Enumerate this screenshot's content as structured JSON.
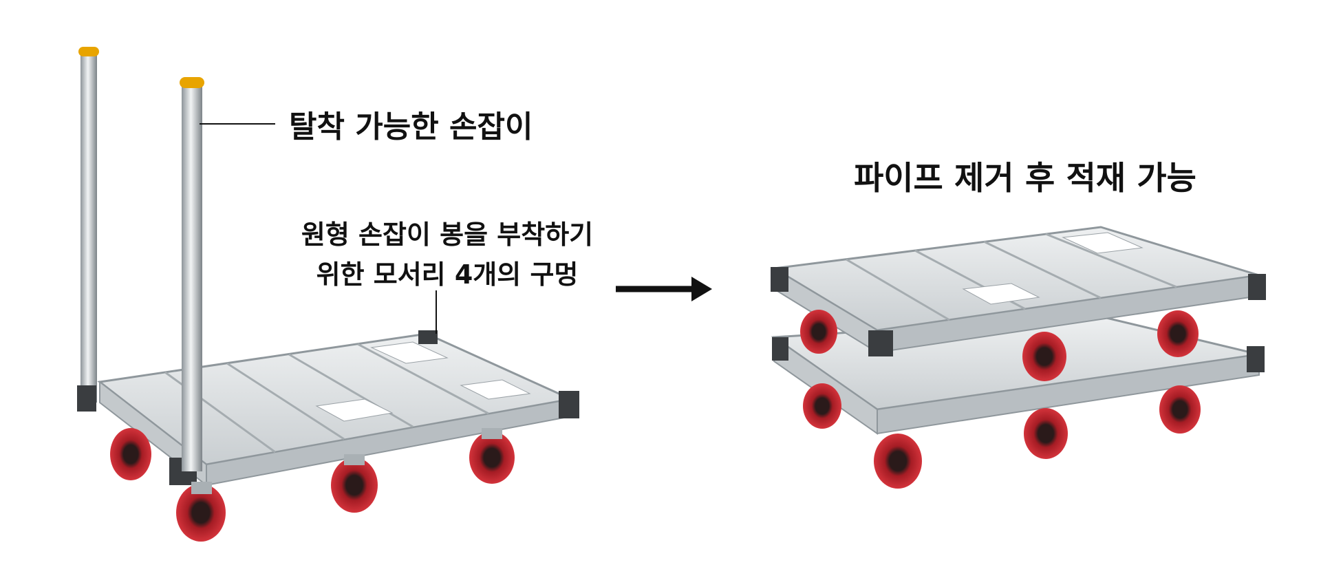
{
  "annotations": {
    "handle_label": "탈착 가능한 손잡이",
    "holes_label_line1": "원형 손잡이 봉을 부착하기",
    "holes_label_line2": "위한 모서리 4개의 구멍",
    "stack_label": "파이프 제거 후 적재 가능"
  },
  "colors": {
    "aluminum": "#d9dde0",
    "aluminum_dark": "#9aa1a6",
    "wheel_red": "#c8202a",
    "handle_cap": "#e8a400",
    "corner_cap": "#3a3d40"
  },
  "icons": {
    "arrow": "arrow-right-icon"
  }
}
